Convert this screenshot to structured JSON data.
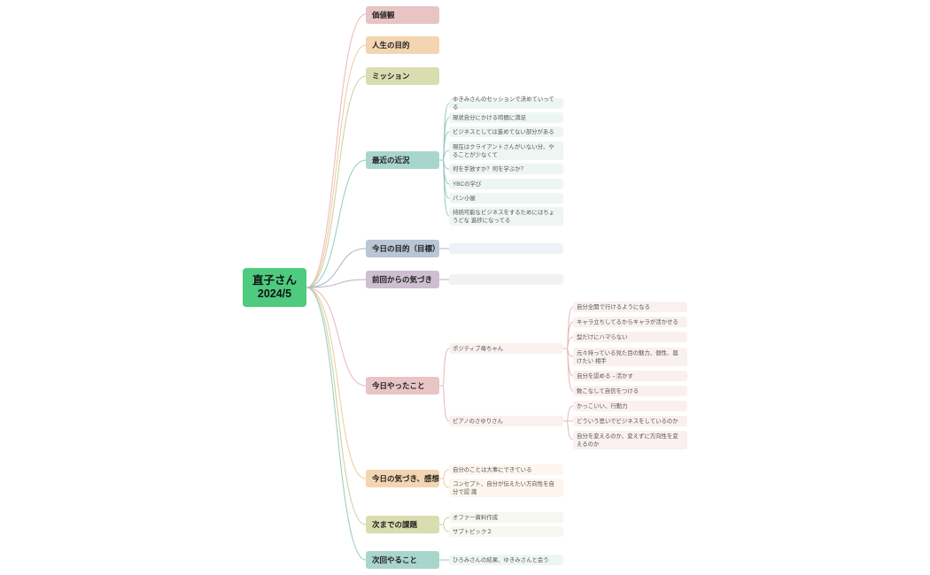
{
  "root": {
    "name": "直子さん",
    "date": "2024/5"
  },
  "branches": {
    "values": "価値観",
    "life_purpose": "人生の目的",
    "mission": "ミッション",
    "recent": "最近の近況",
    "today_goal": "今日の目的（目標）",
    "since_last": "前回からの気づき",
    "today_done": "今日やったこと",
    "today_insight": "今日の気づき、感想",
    "next_task": "次までの課題",
    "next_todo": "次回やること"
  },
  "recent_items": [
    "ゆきみさんのセッションで決めていってる",
    "現状自分にかける時間に満足",
    "ビジネスとしては進めてない部分がある",
    "現在はクライアントさんがいない分、やることが少なくて",
    "何を手放すか？何を学ぶか？",
    "YBCの学び",
    "パン小屋",
    "持続可能なビジネスをするためにはちょうどな 進捗になってる"
  ],
  "done_sub": {
    "positive": "ポジティブ母ちゃん",
    "piano": "ピアノのさゆりさん"
  },
  "positive_items": [
    "自分全開で行けるようになる",
    "キャラ立ちしてるからキャラが活かせる",
    "型だけにハマらない",
    "元々持っている見た目の魅力、個性、届けたい 相手",
    "自分を認める→活かす",
    "数こなして自信をつける"
  ],
  "piano_items": [
    "かっこいい、行動力",
    "どういう思いでビジネスをしているのか",
    "自分を変えるのか、変えずに方向性を変えるのか"
  ],
  "insight_items": [
    "自分のことは大事にできている",
    "コンセプト、自分が伝えたい方向性を自分で認 識"
  ],
  "task_items": [
    "オファー資料作成",
    "サブトピック２"
  ],
  "todo_items": [
    "ひろみさんの結果、ゆきみさんと会う"
  ],
  "colors": {
    "root": "#4ecb7e",
    "pink": "#e8c4c5",
    "orange": "#f4d5b1",
    "olive": "#d9ddb0",
    "teal": "#a9d6cc",
    "blue": "#b9c6d6",
    "purple": "#cdbfcf"
  }
}
